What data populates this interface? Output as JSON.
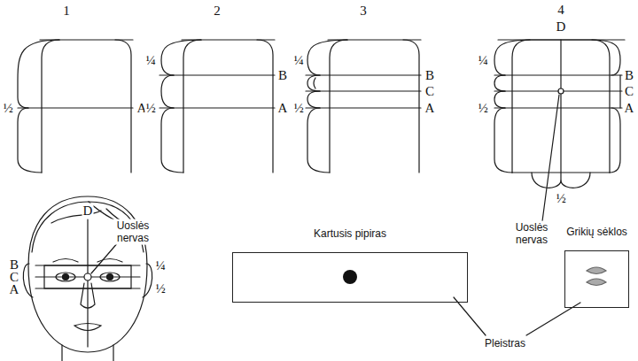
{
  "diagram": {
    "nodes": [
      {
        "text": [
          "Kartusis pipiras"
        ]
      },
      {
        "text": [
          "Grikių sėklos"
        ]
      }
    ],
    "labels": [
      "1",
      "½",
      "A",
      "2",
      "¼",
      "B",
      "½",
      "A",
      "3",
      "¼",
      "B",
      "C",
      "½",
      "A",
      "4",
      "D",
      "¼",
      "B",
      "C",
      "½",
      "A",
      "½",
      "Uoslės nervas",
      "D",
      "Uoslės nervas",
      "B",
      "C",
      "A",
      "¼",
      "½",
      "Pleistras"
    ]
  }
}
